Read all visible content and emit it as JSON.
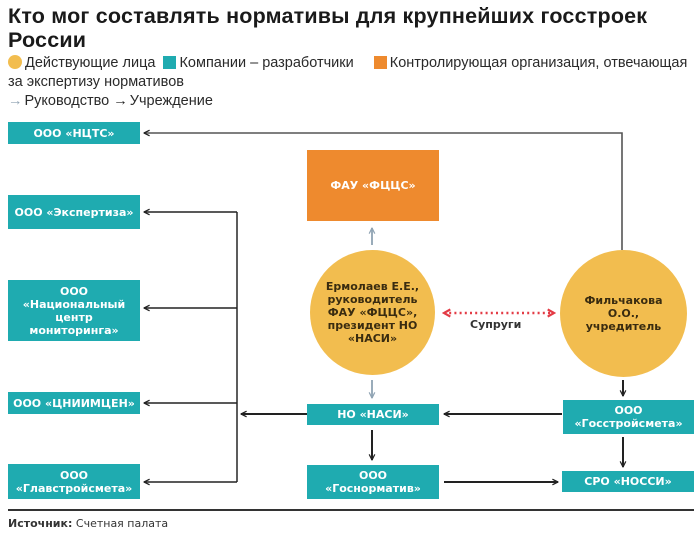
{
  "title": "Кто мог составлять нормативы для крупнейших госстроек России",
  "legend": {
    "actors": {
      "label": "Действующие лица",
      "color": "#f2bd4f"
    },
    "companies": {
      "label": "Компании – разработчики",
      "color": "#1fabb0"
    },
    "controller": {
      "label": "Контролирующая организация, отвечающая за экспертизу нормативов",
      "color": "#ee8a2e"
    },
    "management": {
      "label": "Руководство",
      "arrow_color": "#8fa3b3"
    },
    "founding": {
      "label": "Учреждение",
      "arrow_color": "#222222"
    }
  },
  "nodes": {
    "ncts": "ООО «НЦТС»",
    "expertiza": "ООО «Экспертиза»",
    "nacmon": "ООО «Национальный центр мониторинга»",
    "cniimcen": "ООО «ЦНИИМЦЕН»",
    "glavstroysmeta": "ООО «Главстройсмета»",
    "fau": "ФАУ «ФЦЦС»",
    "ermolaev": "Ермолаев Е.Е., руководитель ФАУ «ФЦЦС», президент НО «НАСИ»",
    "filchakova": "Фильчакова О.О., учредитель",
    "nasi": "НО «НАСИ»",
    "gosnormativ": "ООО «Госнорматив»",
    "gosstroysmeta": "ООО «Госстройсмета»",
    "nossi": "СРО «НОССИ»"
  },
  "spouse_label": "Супруги",
  "colors": {
    "teal": "#1fabb0",
    "orange": "#ee8a2e",
    "yellow": "#f2bd4f",
    "red": "#e33b45",
    "grey": "#8fa3b3",
    "dark": "#222222"
  },
  "source": {
    "label": "Источник:",
    "value": "Счетная палата"
  }
}
